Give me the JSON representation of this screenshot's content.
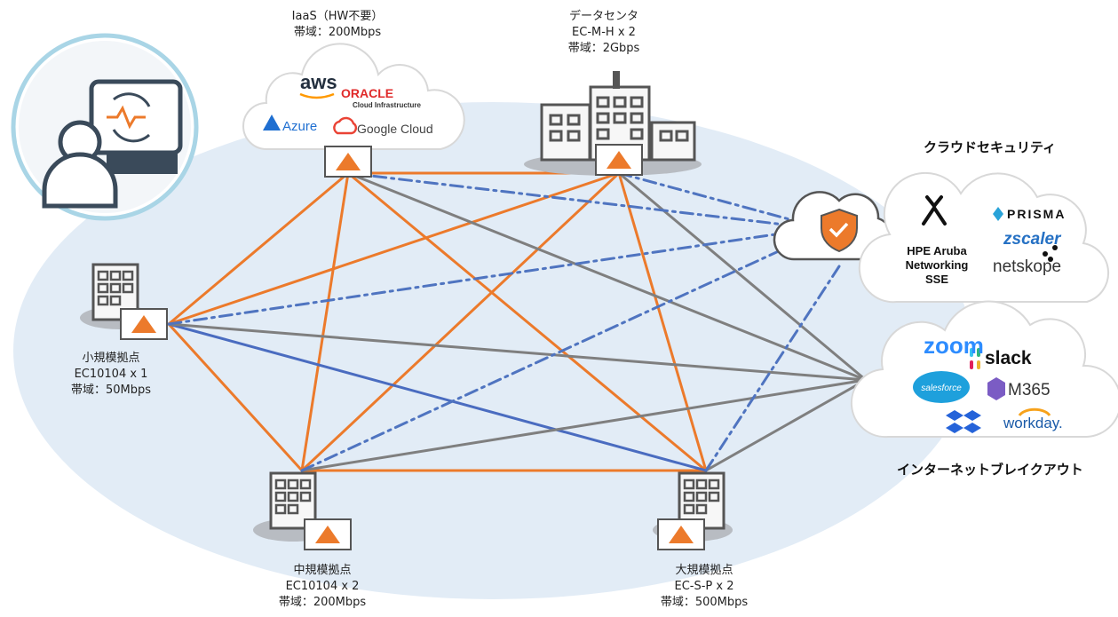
{
  "sites": {
    "iaas": {
      "name": "IaaS（HW不要）",
      "bandwidth": "帯域：200Mbps"
    },
    "datacenter": {
      "name": "データセンタ",
      "model": "EC-M-H x 2",
      "bandwidth": "帯域：2Gbps"
    },
    "small": {
      "name": "小規模拠点",
      "model": "EC10104 x 1",
      "bandwidth": "帯域：50Mbps"
    },
    "medium": {
      "name": "中規模拠点",
      "model": "EC10104 x 2",
      "bandwidth": "帯域：200Mbps"
    },
    "large": {
      "name": "大規模拠点",
      "model": "EC-S-P x 2",
      "bandwidth": "帯域：500Mbps"
    }
  },
  "cloud_security": {
    "title": "クラウドセキュリティ",
    "hpe": [
      "HPE Aruba",
      "Networking",
      "SSE"
    ],
    "prisma": "PRISMA",
    "zscaler": "zscaler",
    "netskope": "netskope"
  },
  "internet_breakout": {
    "title": "インターネットブレイクアウト",
    "zoom": "zoom",
    "slack": "slack",
    "salesforce": "salesforce",
    "m365": "M365",
    "workday": "workday."
  },
  "iaas_logos": {
    "aws": "aws",
    "oracle": "ORACLE",
    "oracle_sub": "Cloud Infrastructure",
    "azure": "Azure",
    "google": "Google Cloud"
  },
  "colors": {
    "orange": "#ec7a2b",
    "gray": "#7f7f7f",
    "blue_dash": "#4f74c0",
    "blue_line": "#4a6cc0",
    "ellipse": "#dde9f5"
  }
}
